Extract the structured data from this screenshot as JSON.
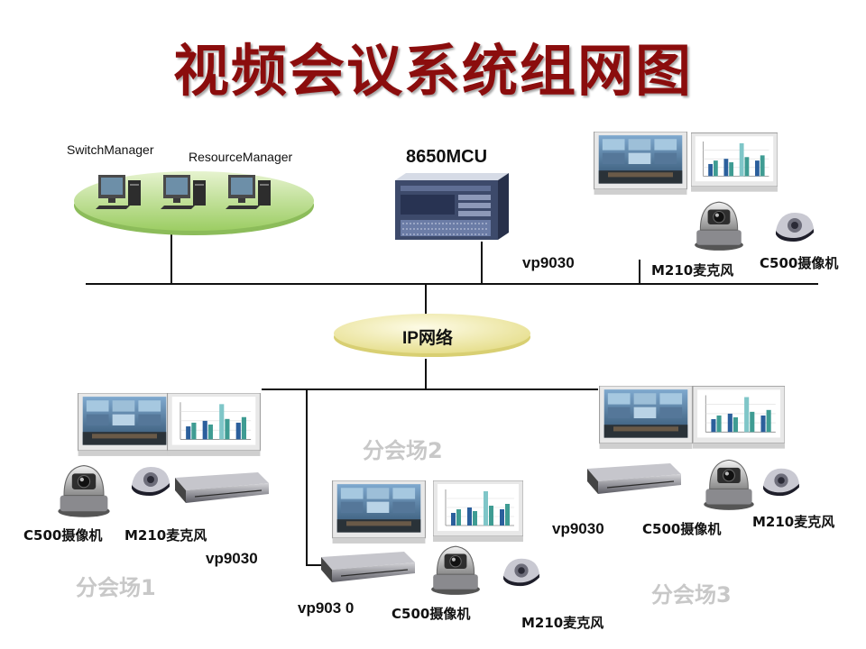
{
  "title": "视频会议系统组网图",
  "servers": {
    "switch_manager": "SwitchManager",
    "resource_manager": "ResourceManager"
  },
  "mcu": {
    "label": "8650MCU"
  },
  "network": {
    "label": "IP网络"
  },
  "main_site": {
    "terminal": "vp9030",
    "mic": "M210麦克风",
    "camera": "C500摄像机"
  },
  "site1": {
    "name": "分会场1",
    "camera": "C500摄像机",
    "mic": "M210麦克风",
    "terminal": "vp9030"
  },
  "site2": {
    "name": "分会场2",
    "terminal": "vp903 0",
    "camera": "C500摄像机",
    "mic": "M210麦克风"
  },
  "site3": {
    "name": "分会场3",
    "terminal": "vp9030",
    "camera": "C500摄像机",
    "mic": "M210麦克风"
  },
  "colors": {
    "title": "#8b0d0d",
    "server_ellipse": "#b9dc8c",
    "network_ellipse": "#f2eca8",
    "site_label": "#c8c8c8"
  }
}
